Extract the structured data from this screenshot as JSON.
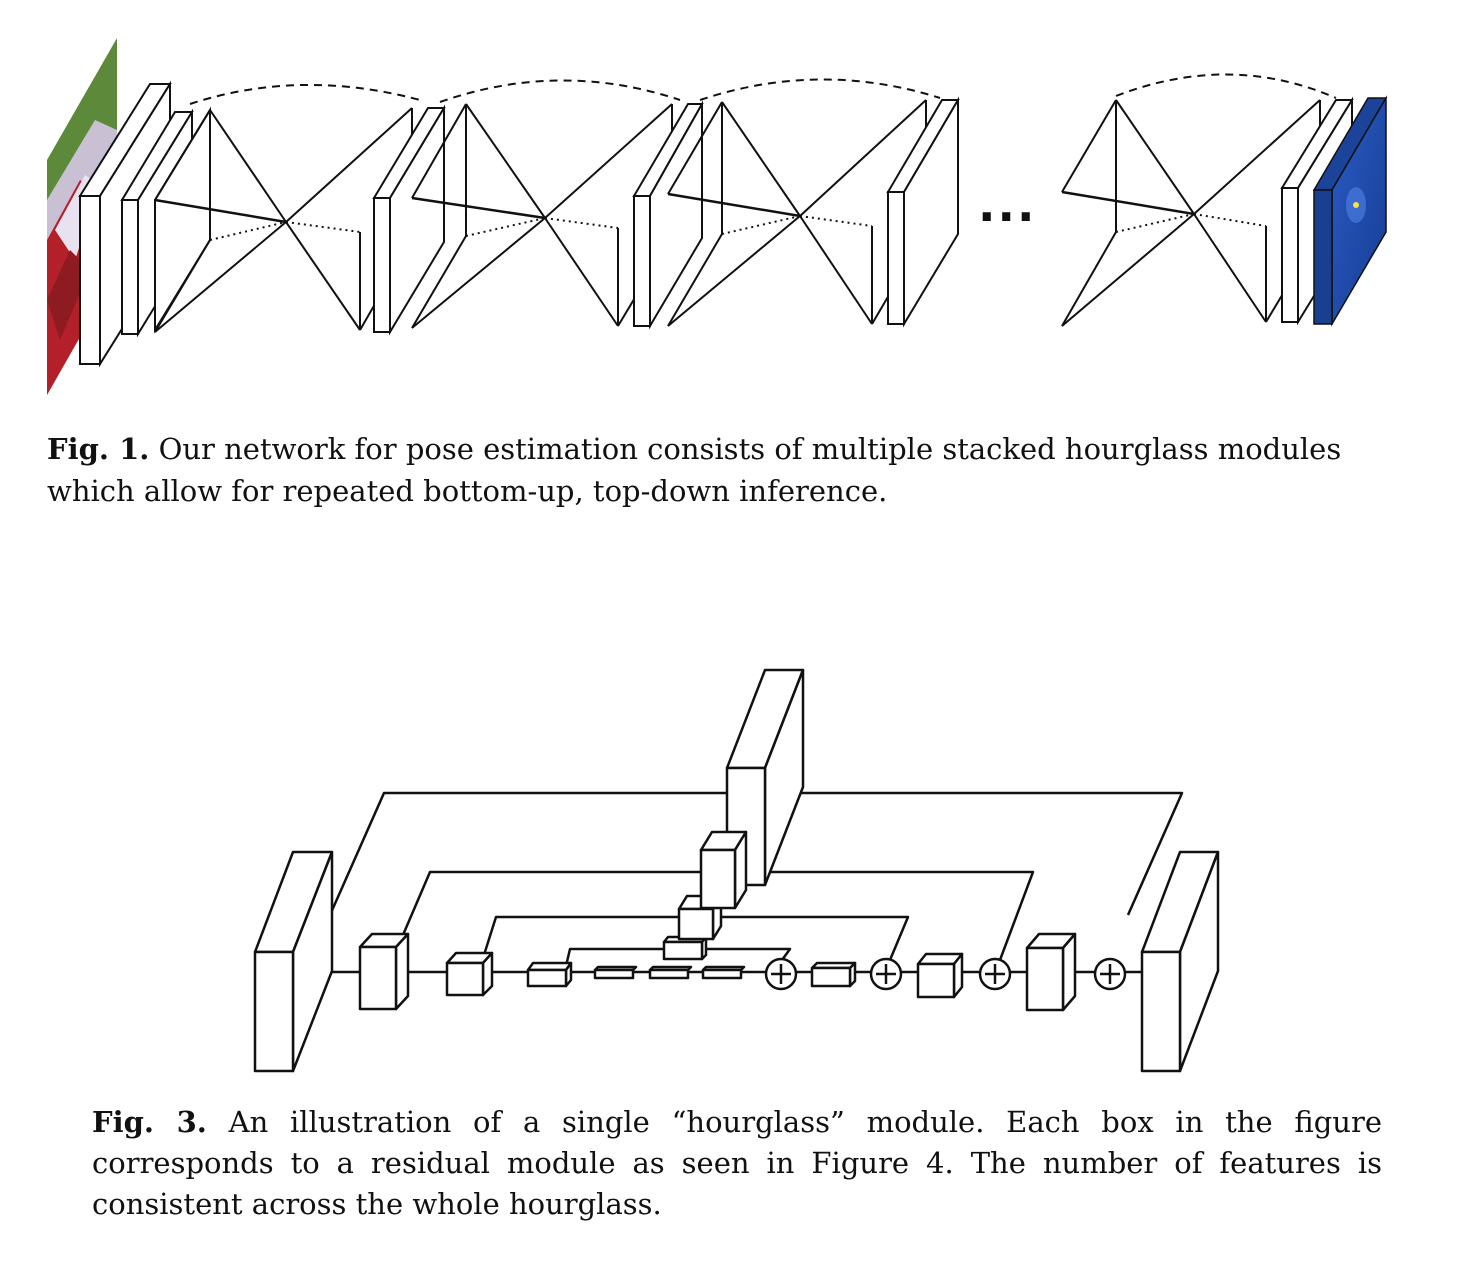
{
  "figure1": {
    "ellipsis": "...",
    "caption_label": "Fig. 1.",
    "caption_text": " Our network for pose estimation consists of multiple stacked hourglass modules which allow for repeated bottom-up, top-down inference.",
    "input_image": "athlete-photo-thumbnail",
    "output_image": "heatmap-thumbnail",
    "colors": {
      "heatmap": "#1f4aa8",
      "photo_green": "#5d8a3a",
      "photo_red": "#b3202a"
    }
  },
  "figure3": {
    "caption_label": "Fig. 3.",
    "caption_text": " An illustration of a single “hourglass” module. Each box in the figure corresponds to a residual module as seen in Figure 4. The number of features is consistent across the whole hourglass.",
    "plus_symbol": "+"
  }
}
